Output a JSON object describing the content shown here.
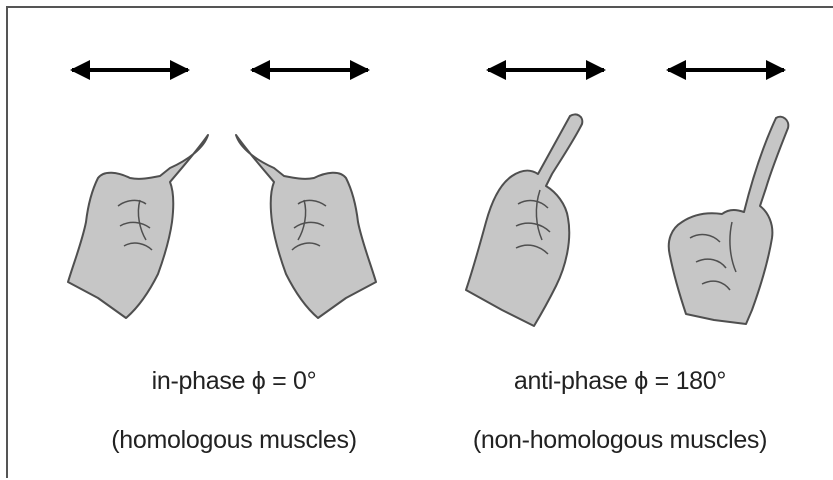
{
  "colors": {
    "hand_fill": "#c6c6c6",
    "hand_stroke": "#4f4f4f",
    "arrow": "#000000",
    "border": "#555555"
  },
  "conditions": [
    {
      "phase_label": "in-phase ϕ = 0°",
      "muscles_label": "(homologous muscles)"
    },
    {
      "phase_label": "anti-phase ϕ = 180°",
      "muscles_label": "(non-homologous muscles)"
    }
  ],
  "icons": [
    "double-arrow-icon",
    "pointing-hand-icon"
  ]
}
